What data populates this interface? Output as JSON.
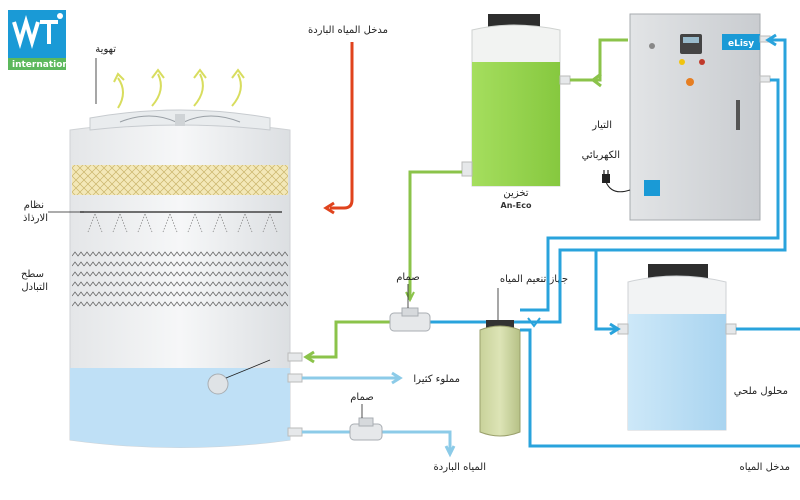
{
  "brand": {
    "name": "international"
  },
  "labels": {
    "ventilation": "تهوية",
    "spray_system_1": "نظام",
    "spray_system_2": "الارذاذ",
    "exchange_surface_1": "سطح",
    "exchange_surface_2": "التبادل",
    "cold_water_inlet": "مدخل المياه الباردة",
    "storage": "تخزين",
    "storage_unit": "An-Eco",
    "power_1": "التيار",
    "power_2": "الكهربائي",
    "controller_brand": "eLisy",
    "valve_top": "صمام",
    "water_softener": "جهاز تنعيم المياه",
    "overflow": "مملوء كثيرا",
    "valve_bottom": "صمام",
    "cold_water": "المياه الباردة",
    "brine_solution": "محلول ملحي",
    "water_inlet": "مدخل المياه"
  },
  "colors": {
    "green_pipe": "#8bc34a",
    "blue_pipe": "#29a3dc",
    "light_blue_pipe": "#8ccbe8",
    "red_pipe": "#e0431d",
    "tank_green": "#9ada4e",
    "tank_blue": "#bfe0f6",
    "fill_pack": "#f3e8b8",
    "logo_blue": "#1a9ad6",
    "logo_green": "#5cb85c"
  },
  "icons": [
    "ventilation-arrow-icon",
    "fan-icon",
    "spray-nozzle-icon",
    "valve-icon",
    "power-plug-icon",
    "float-ball-icon"
  ]
}
